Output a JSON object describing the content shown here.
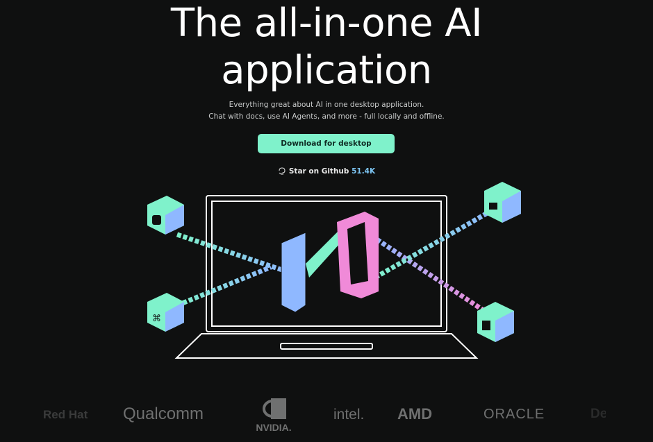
{
  "hero": {
    "title_line1": "The all-in-one AI",
    "title_line2": "application",
    "subtitle_line1": "Everything great about AI in one desktop application.",
    "subtitle_line2": "Chat with docs, use AI Agents, and more - full locally and offline.",
    "download_label": "Download for desktop",
    "github_label": "Star on Github",
    "github_count": "51.4K"
  },
  "colors": {
    "accent": "#7ff2cb",
    "count": "#7cc4f2",
    "background": "#0f1010"
  },
  "logos": [
    "Red Hat",
    "Qualcomm",
    "NVIDIA.",
    "intel.",
    "AMD",
    "ORACLE",
    "Dell"
  ]
}
